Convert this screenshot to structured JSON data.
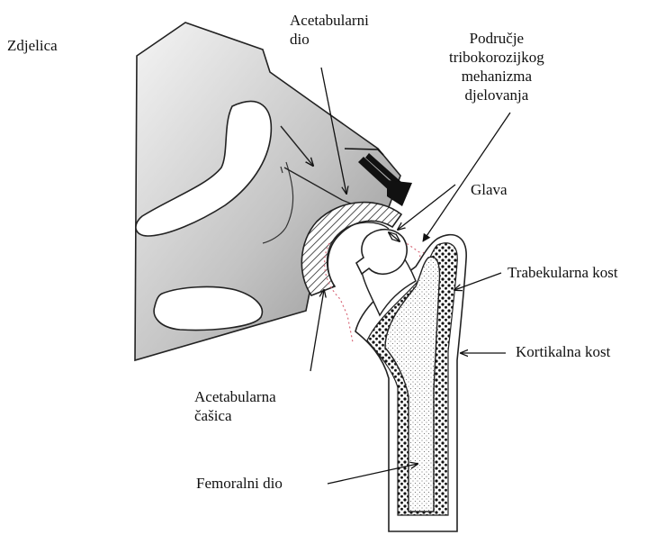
{
  "labels": {
    "pelvis": "Zdjelica",
    "acetabular_part": "Acetabularni\ndio",
    "tribocorrosion_area": "Područje\ntribokorozijkog\nmehanizma\ndjelovanja",
    "head": "Glava",
    "trabecular_bone": "Trabekularna kost",
    "cortical_bone": "Kortikalna kost",
    "acetabular_cup": "Acetabularna\nčašica",
    "femoral_part": "Femoralni dio"
  },
  "colors": {
    "pelvis_fill_light": "#f2f2f2",
    "pelvis_fill_dark": "#9a9a9a",
    "outline": "#222222",
    "dotted_line": "#d86a7a"
  }
}
